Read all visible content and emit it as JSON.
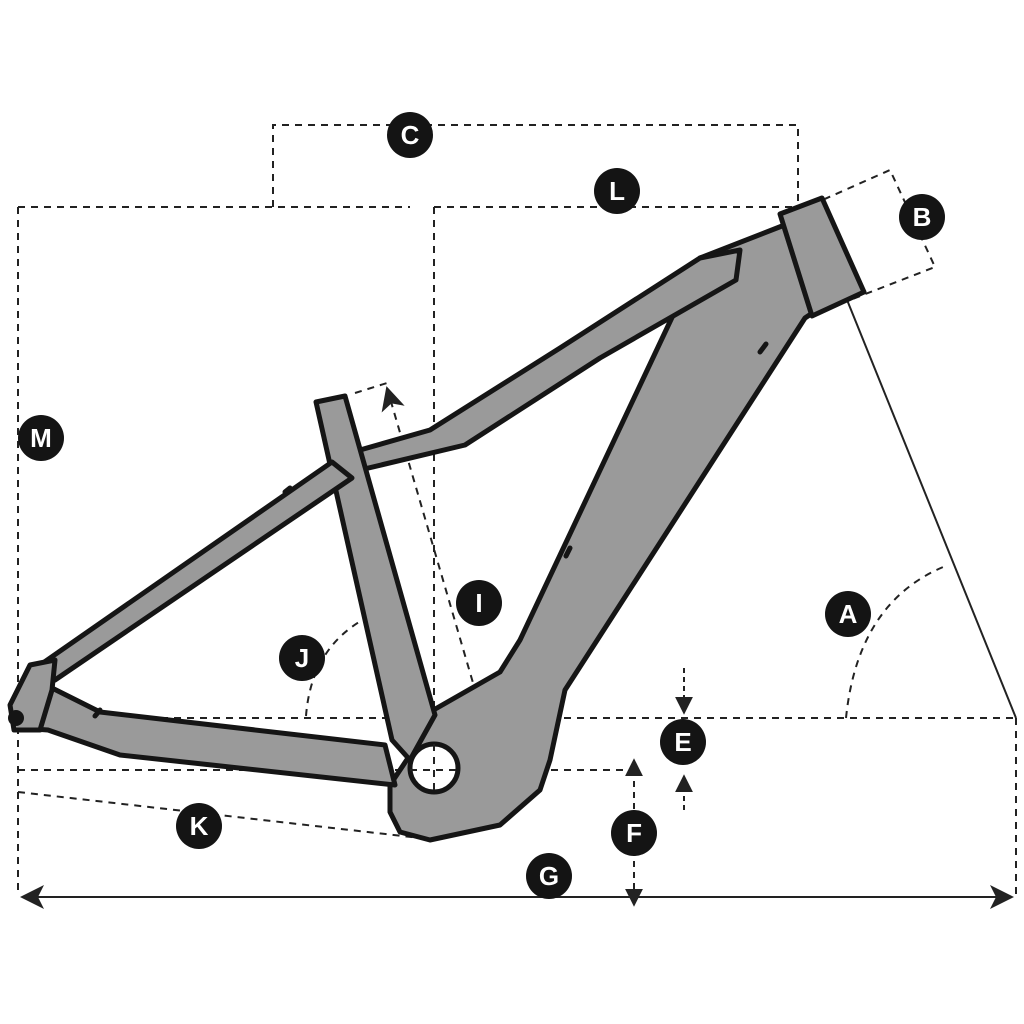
{
  "labels": {
    "A": "A",
    "B": "B",
    "C": "C",
    "E": "E",
    "F": "F",
    "G": "G",
    "I": "I",
    "J": "J",
    "K": "K",
    "L": "L",
    "M": "M"
  },
  "colors": {
    "frame_fill": "#9a9a9a",
    "outline": "#151515",
    "badge": "#141414",
    "badge_text": "#ffffff",
    "background": "#ffffff"
  }
}
